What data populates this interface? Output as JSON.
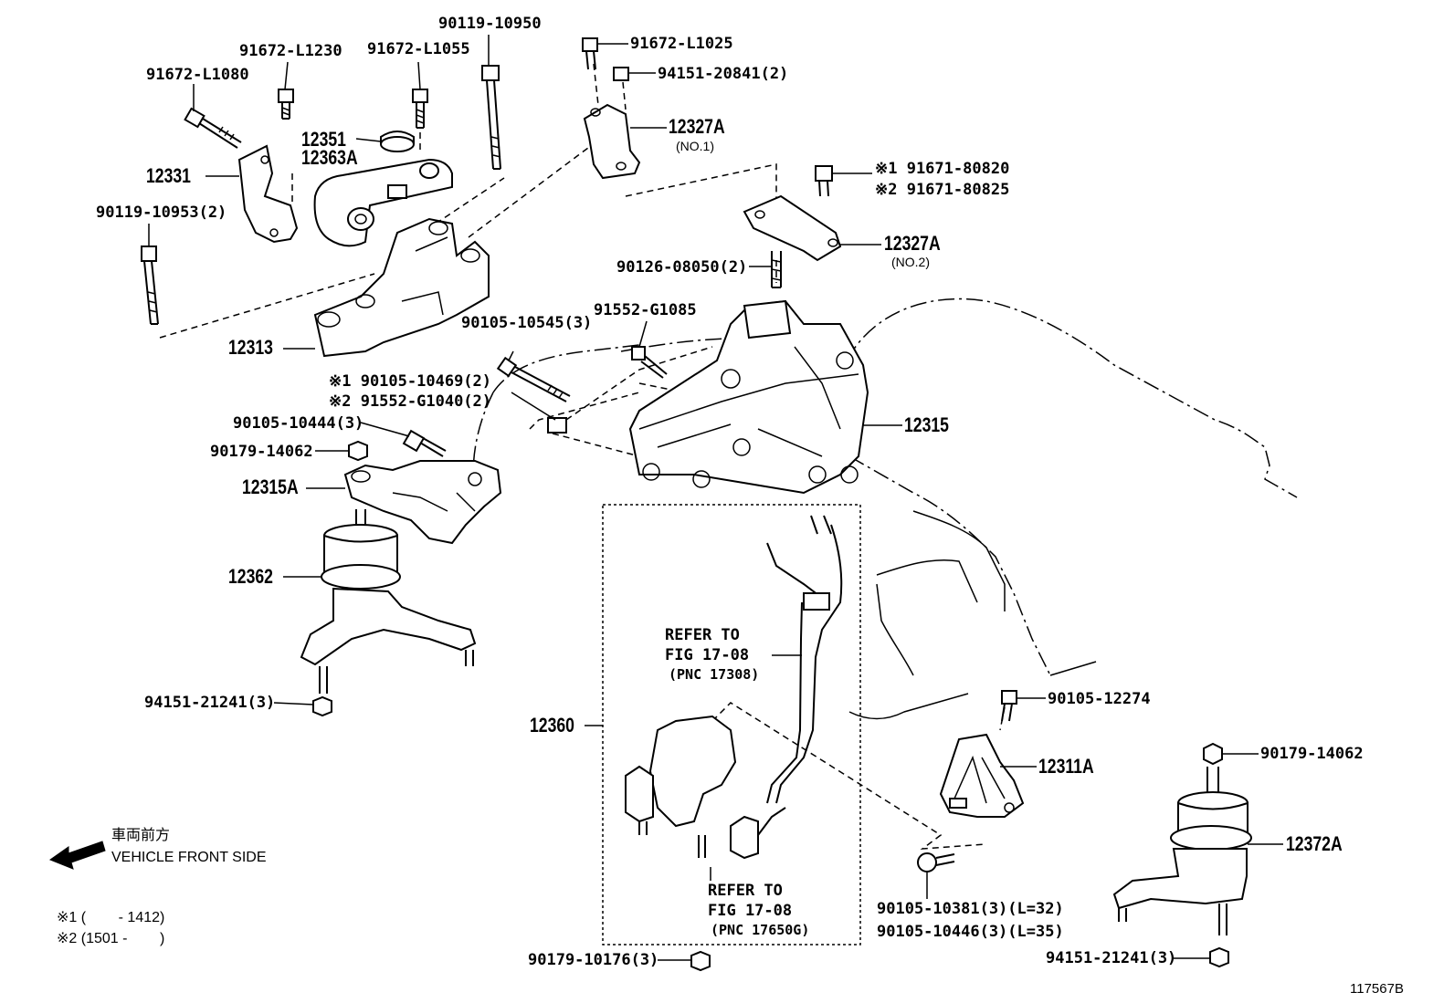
{
  "labels": {
    "p90119_10950": "90119-10950",
    "p91672_L1230": "91672-L1230",
    "p91672_L1055": "91672-L1055",
    "p91672_L1080": "91672-L1080",
    "p91672_L1025": "91672-L1025",
    "p94151_20841": "94151-20841(2)",
    "p12327A_1": "12327A",
    "p12327A_1_sub": "(NO.1)",
    "p12351": "12351",
    "p12363A": "12363A",
    "p12331": "12331",
    "p90119_10953": "90119-10953(2)",
    "p91671_80820": "※1 91671-80820",
    "p91671_80825": "※2 91671-80825",
    "p12327A_2": "12327A",
    "p12327A_2_sub": "(NO.2)",
    "p90126_08050": "90126-08050(2)",
    "p91552_G1085": "91552-G1085",
    "p90105_10545": "90105-10545(3)",
    "p12313": "12313",
    "p90105_10469": "※1 90105-10469(2)",
    "p91552_G1040": "※2 91552-G1040(2)",
    "p90105_10444": "90105-10444(3)",
    "p90179_14062a": "90179-14062",
    "p12315": "12315",
    "p12315A": "12315A",
    "p12362": "12362",
    "refer1_line1": "REFER TO",
    "refer1_line2": "FIG 17-08",
    "refer1_line3": "(PNC 17308)",
    "p94151_21241a": "94151-21241(3)",
    "p12360": "12360",
    "p90105_12274": "90105-12274",
    "p12311A": "12311A",
    "p90179_14062b": "90179-14062",
    "p12372A": "12372A",
    "front_jp": "車両前方",
    "front_en": "VEHICLE FRONT SIDE",
    "refer2_line1": "REFER TO",
    "refer2_line2": "FIG 17-08",
    "refer2_line3": "(PNC 17650G)",
    "p90105_10381": "90105-10381(3)(L=32)",
    "p90105_10446": "90105-10446(3)(L=35)",
    "note1": "※1 (        - 1412)",
    "note2": "※2 (1501 -        )",
    "p90179_10176": "90179-10176(3)",
    "p94151_21241b": "94151-21241(3)",
    "figure_id": "117567B"
  }
}
